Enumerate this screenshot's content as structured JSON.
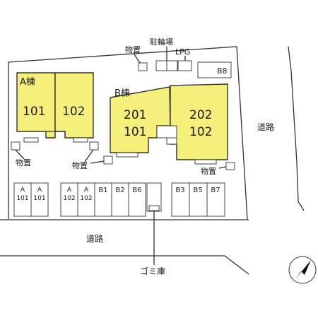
{
  "building_a": {
    "label": "A棟",
    "units": [
      {
        "number": "101"
      },
      {
        "number": "102"
      }
    ]
  },
  "building_b": {
    "label": "B棟",
    "units": [
      {
        "upper": "201",
        "lower": "101"
      },
      {
        "upper": "202",
        "lower": "102"
      }
    ]
  },
  "storage_label": "物置",
  "bicycle_parking_label": "駐輪場",
  "lpg_label": "LPG",
  "road_label": "道路",
  "garbage_label": "ゴミ庫",
  "parking_b8": "B8",
  "parking_left": [
    {
      "top": "A",
      "bottom": "101"
    },
    {
      "top": "A",
      "bottom": "101"
    }
  ],
  "parking_mid": [
    {
      "top": "A",
      "bottom": "102"
    },
    {
      "top": "A",
      "bottom": "102"
    },
    {
      "top": "",
      "bottom": "B1"
    },
    {
      "top": "",
      "bottom": "B2"
    },
    {
      "top": "",
      "bottom": "B6"
    }
  ],
  "parking_right": [
    {
      "top": "",
      "bottom": "B3"
    },
    {
      "top": "",
      "bottom": "B5"
    },
    {
      "top": "",
      "bottom": "B7"
    }
  ],
  "compass_icon": "north-arrow-icon"
}
